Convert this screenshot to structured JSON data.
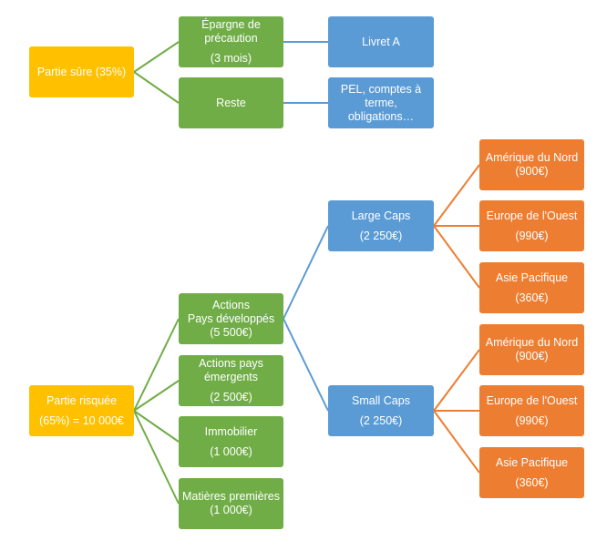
{
  "nodes": {
    "safe": {
      "line1": "Partie sûre (35%)"
    },
    "precaution": {
      "line1": "Épargne de",
      "line2": "précaution",
      "line3": "(3 mois)"
    },
    "livret": {
      "line1": "Livret A"
    },
    "reste": {
      "line1": "Reste"
    },
    "pel": {
      "line1": "PEL, comptes à",
      "line2": "terme, obligations…"
    },
    "risky": {
      "line1": "Partie risquée",
      "line2": "(65%) = 10 000€"
    },
    "actions_dev": {
      "line1": "Actions",
      "line2": "Pays développés",
      "line3": "(5 500€)"
    },
    "actions_em": {
      "line1": "Actions pays",
      "line2": "émergents",
      "line3": "(2 500€)"
    },
    "immobilier": {
      "line1": "Immobilier",
      "line2": "(1 000€)"
    },
    "matieres": {
      "line1": "Matières premières",
      "line2": "(1 000€)"
    },
    "large_caps": {
      "line1": "Large Caps",
      "line2": "(2 250€)"
    },
    "small_caps": {
      "line1": "Small Caps",
      "line2": "(2 250€)"
    },
    "lc_amerique": {
      "line1": "Amérique du Nord",
      "line2": "(900€)"
    },
    "lc_europe": {
      "line1": "Europe de l'Ouest",
      "line2": "(990€)"
    },
    "lc_asie": {
      "line1": "Asie Pacifique",
      "line2": "(360€)"
    },
    "sc_amerique": {
      "line1": "Amérique du Nord",
      "line2": "(900€)"
    },
    "sc_europe": {
      "line1": "Europe de l'Ouest",
      "line2": "(990€)"
    },
    "sc_asie": {
      "line1": "Asie Pacifique",
      "line2": "(360€)"
    }
  },
  "colors": {
    "yellow": "#FFC000",
    "green": "#70AD47",
    "blue": "#5B9BD5",
    "orange": "#ED7D31"
  }
}
